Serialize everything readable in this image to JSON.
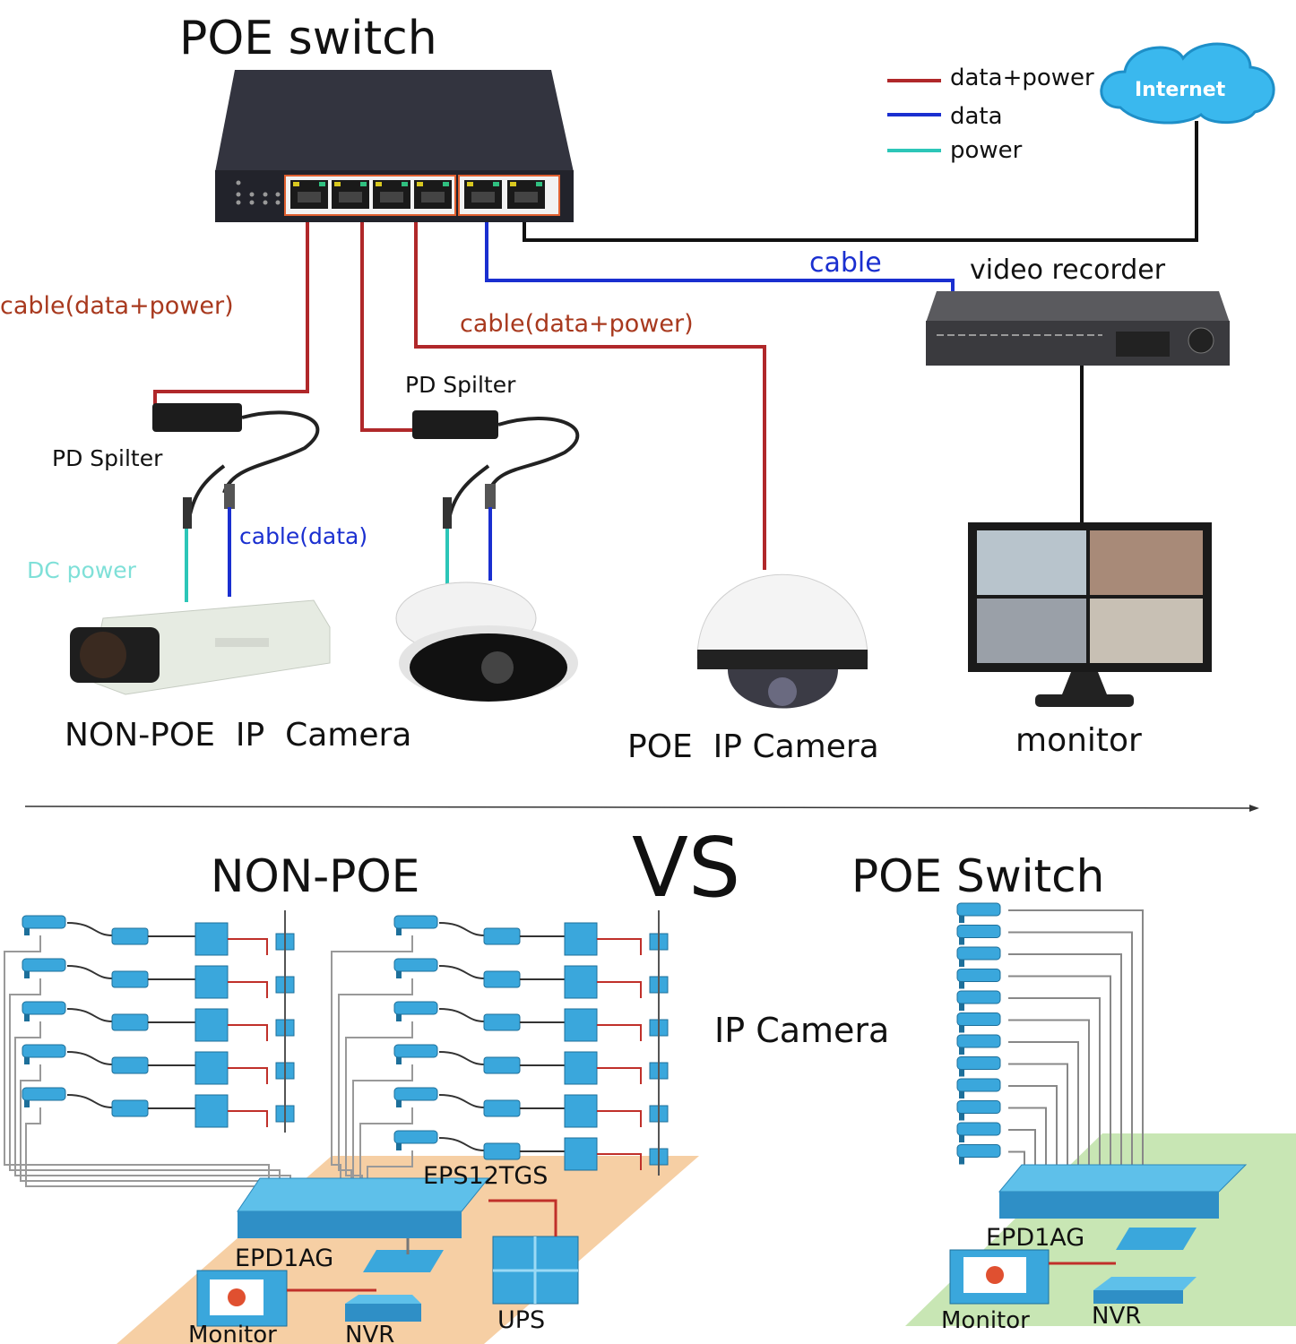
{
  "top": {
    "title": "POE switch",
    "legend": [
      {
        "label": "data+power",
        "color": "#b0282a"
      },
      {
        "label": "data",
        "color": "#1a2fd0"
      },
      {
        "label": "power",
        "color": "#2cc6b8"
      }
    ],
    "internet_label": "Internet",
    "cable_label": "cable",
    "video_recorder_label": "video recorder",
    "cable_data_power_left": "cable(data+power)",
    "cable_data_power_mid": "cable(data+power)",
    "pd_splitter_left": "PD Spilter",
    "pd_splitter_mid": "PD Spilter",
    "cable_data_label": "cable(data)",
    "dc_power_label": "DC power",
    "non_poe_camera_label": "NON-POE  IP  Camera",
    "poe_camera_label": "POE  IP Camera",
    "monitor_label": "monitor"
  },
  "bottom": {
    "vs_label": "VS",
    "non_poe_title": "NON-POE",
    "poe_title": "POE Switch",
    "ip_camera_label": "IP Camera",
    "left": {
      "switch_label": "EPD1AG",
      "power_label": "EPS12TGS",
      "monitor_label": "Monitor",
      "nvr_label": "NVR",
      "ups_label": "UPS"
    },
    "right": {
      "switch_label": "EPD1AG",
      "monitor_label": "Monitor",
      "nvr_label": "NVR"
    }
  },
  "colors": {
    "data_power": "#b0282a",
    "data": "#1a2fd0",
    "power": "#2cc6b8",
    "label_red": "#a8391e",
    "device_blue": "#3aa7dc",
    "floor_orange": "#f6cfa4",
    "floor_green": "#c8e6b4"
  }
}
